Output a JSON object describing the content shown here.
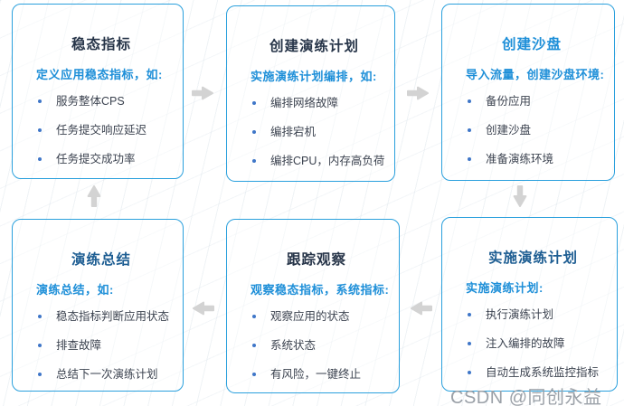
{
  "page": {
    "watermark": "CSDN @同创永益"
  },
  "colors": {
    "card_border": "#2aa0dd",
    "title_dark_navy": "#273549",
    "title_bright_blue": "#1e8fd8",
    "title_mid_blue": "#1d5d92",
    "subtitle_blue": "#1e8fd8",
    "bullet_text": "#3c4350",
    "bullet_dot": "#3f76c8",
    "arrow_gray": "#d3d3d3",
    "watermark_gray": "#9ba1a8",
    "background": "#ffffff"
  },
  "flow": {
    "boxes": [
      {
        "id": "steady-state-metrics",
        "title": "稳态指标",
        "subtitle": "定义应用稳态指标，如:",
        "items": [
          "服务整体CPS",
          "任务提交响应延迟",
          "任务提交成功率"
        ]
      },
      {
        "id": "create-drill-plan",
        "title": "创建演练计划",
        "subtitle": "实施演练计划编排，如:",
        "items": [
          "编排网络故障",
          "编排宕机",
          "编排CPU，内存高负荷"
        ]
      },
      {
        "id": "create-sandbox",
        "title": "创建沙盘",
        "subtitle": "导入流量，创建沙盘环境:",
        "items": [
          "备份应用",
          "创建沙盘",
          "准备演练环境"
        ]
      },
      {
        "id": "implement-drill-plan",
        "title": "实施演练计划",
        "subtitle": "实施演练计划:",
        "items": [
          "执行演练计划",
          "注入编排的故障",
          "自动生成系统监控指标"
        ]
      },
      {
        "id": "track-observe",
        "title": "跟踪观察",
        "subtitle": "观察稳态指标，系统指标:",
        "items": [
          "观察应用的状态",
          "系统状态",
          "有风险，一键终止"
        ]
      },
      {
        "id": "drill-summary",
        "title": "演练总结",
        "subtitle": "演练总结，如:",
        "items": [
          "稳态指标判断应用状态",
          "排查故障",
          "总结下一次演练计划"
        ]
      }
    ],
    "arrow_directions": [
      "right",
      "right",
      "down",
      "left",
      "left",
      "up"
    ]
  }
}
